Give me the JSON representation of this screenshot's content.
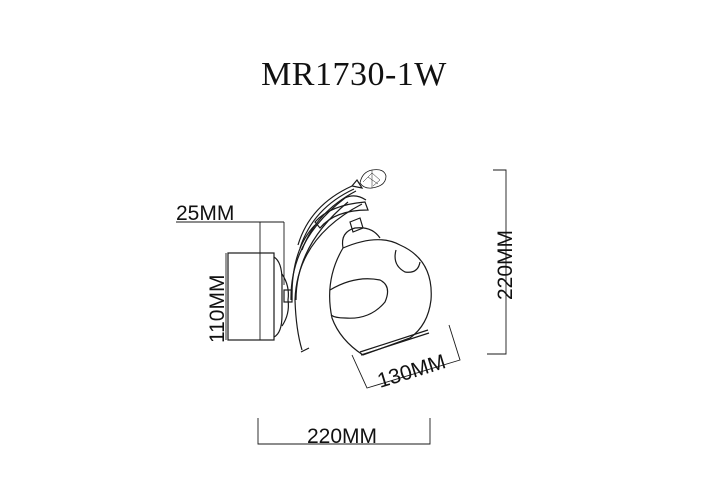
{
  "title": "MR1730-1W",
  "dimensions": {
    "mount_depth": "25MM",
    "mount_height": "110MM",
    "shade_diameter": "130MM",
    "overall_height": "220MM",
    "overall_width": "220MM"
  },
  "colors": {
    "line": "#1a1a1a",
    "background": "#ffffff"
  }
}
